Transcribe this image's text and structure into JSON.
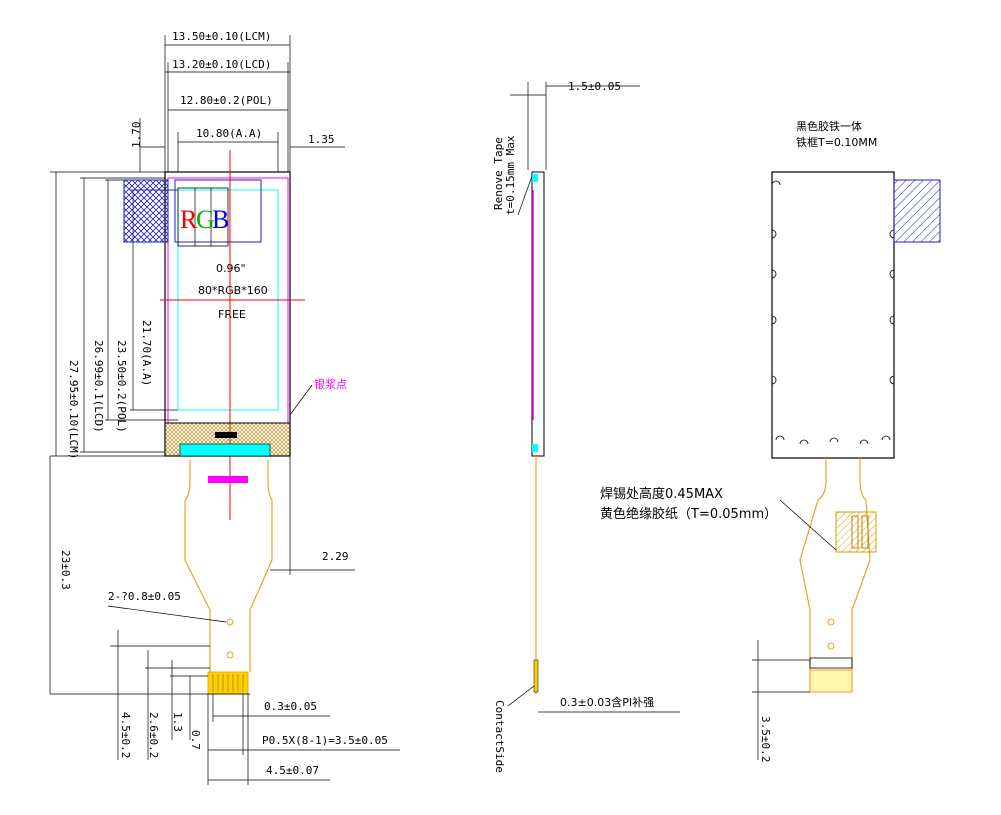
{
  "front": {
    "lcm_width": "13.50±0.10(LCM)",
    "lcd_width": "13.20±0.10(LCD)",
    "pol_width": "12.80±0.2(POL)",
    "aa_width": "10.80(A.A)",
    "left_offset": "1.70",
    "right_offset": "1.35",
    "lcm_height": "27.95±0.10(LCM)",
    "lcd_height": "26.99±0.1(LCD)",
    "pol_height": "23.50±0.2(POL)",
    "aa_height": "21.70(A.A)",
    "rgb": [
      "R",
      "G",
      "B"
    ],
    "size": "0.96\"",
    "resolution": "80*RGB*160",
    "free": "FREE",
    "silver_paste": "银浆点",
    "fpc_length": "23±0.3",
    "fpc_offset": "2.29",
    "holes": "2-?0.8±0.05",
    "pitch_pad": "0.3±0.05",
    "pitch": "P0.5X(8-1)=3.5±0.05",
    "pad_width": "4.5±0.07",
    "bottom_dims": [
      "4.5±0.2",
      "2.6±0.2",
      "1.3",
      "0.7"
    ]
  },
  "side": {
    "thickness": "1.5±0.05",
    "tape": "Renove Tape",
    "tape_t": "t=0.15mm Max",
    "fpc_thickness": "0.3±0.03含PI补强",
    "contact_side": "ContactSide"
  },
  "back": {
    "note1": "黑色胶铁一体",
    "note2": "铁框T=0.10MM",
    "solder1": "焊锡处高度0.45MAX",
    "solder2": "黄色绝缘胶纸（T=0.05mm）",
    "bottom_dim": "3.5±0.2"
  },
  "colors": {
    "red": "#ff0000",
    "green": "#00b000",
    "blue": "#0000ff",
    "magenta": "#ff00ff",
    "cyan": "#00ffff",
    "orange": "#f0a020",
    "yellow": "#ffd000"
  }
}
